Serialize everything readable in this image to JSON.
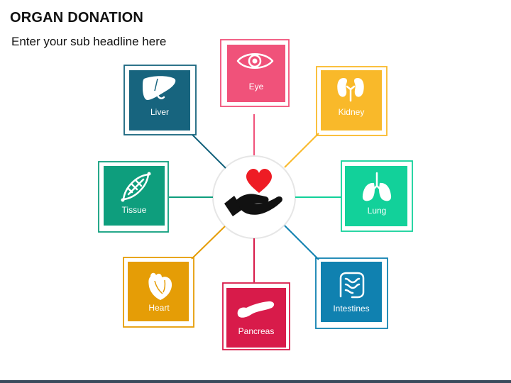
{
  "header": {
    "title": "ORGAN DONATION",
    "subtitle": "Enter your sub headline here"
  },
  "colors": {
    "eye": "#f0527a",
    "kidney": "#f9b92a",
    "liver": "#17647e",
    "tissue": "#0e9e7d",
    "lung": "#12d19a",
    "heart": "#e59d06",
    "pancreas": "#d81b4a",
    "intestines": "#1081b0",
    "center_heart": "#ee1c24",
    "bottom_bar": "#3a4b5c"
  },
  "organs": [
    {
      "key": "eye",
      "label": "Eye",
      "icon": "eye-icon"
    },
    {
      "key": "kidney",
      "label": "Kidney",
      "icon": "kidney-icon"
    },
    {
      "key": "liver",
      "label": "Liver",
      "icon": "liver-icon"
    },
    {
      "key": "tissue",
      "label": "Tissue",
      "icon": "tissue-icon"
    },
    {
      "key": "lung",
      "label": "Lung",
      "icon": "lung-icon"
    },
    {
      "key": "heart",
      "label": "Heart",
      "icon": "heart-icon"
    },
    {
      "key": "pancreas",
      "label": "Pancreas",
      "icon": "pancreas-icon"
    },
    {
      "key": "intestines",
      "label": "Intestines",
      "icon": "intestines-icon"
    }
  ],
  "center": {
    "icon": "hand-holding-heart-icon"
  }
}
